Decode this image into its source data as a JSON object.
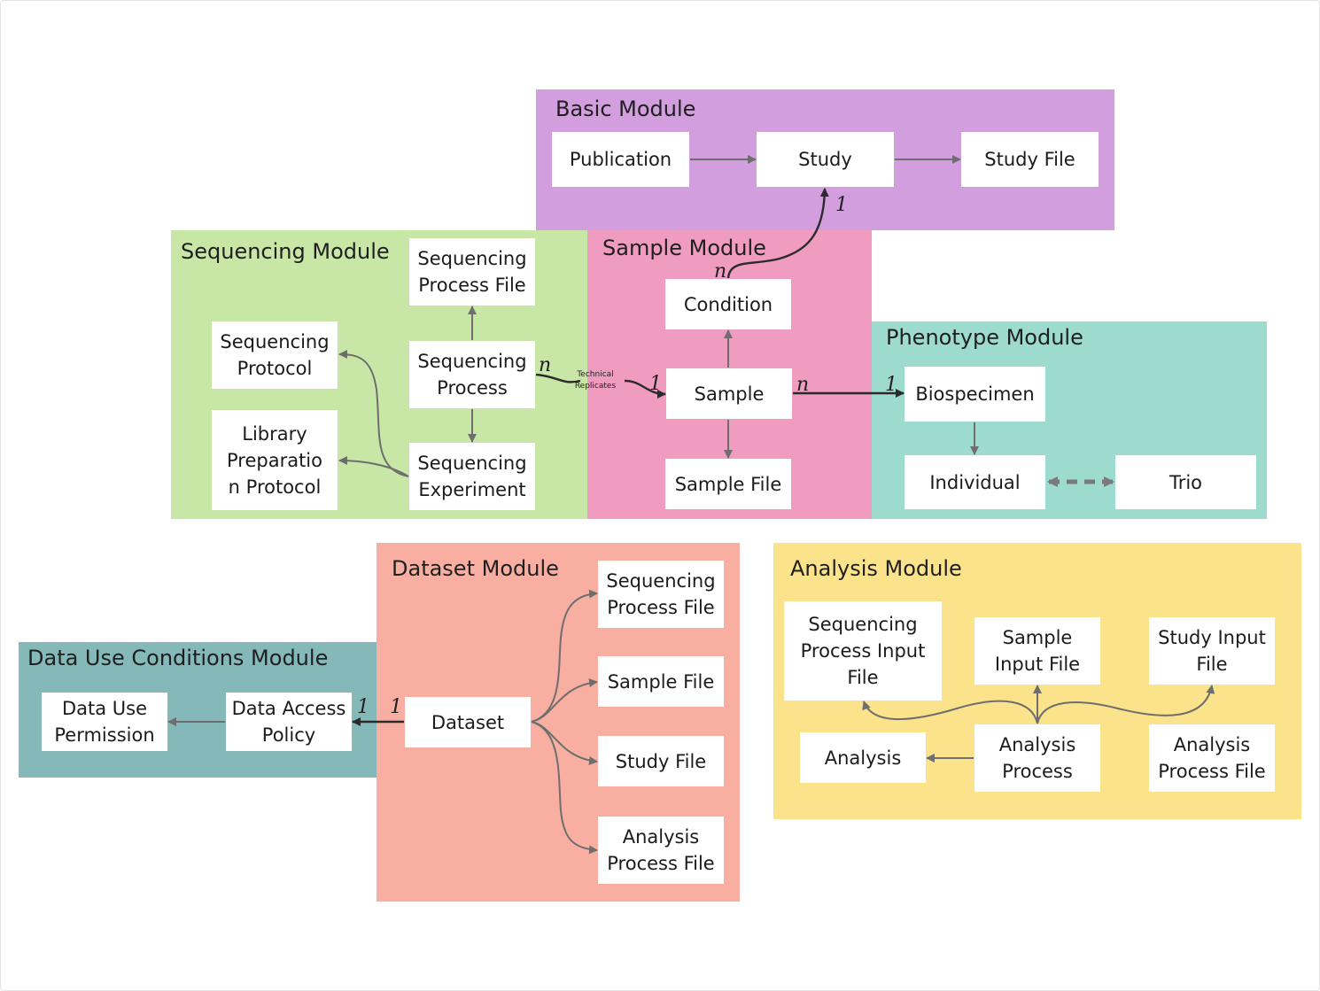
{
  "colors": {
    "basic": "#d29ede",
    "sequencing": "#c8e6a6",
    "sample": "#f09bc0",
    "phenotype": "#9ddbcf",
    "dataset": "#f8afa2",
    "data_use": "#85b8b8",
    "analysis": "#fae38a",
    "arrow_gray": "#6e6e6e",
    "arrow_dark": "#2b2b2b"
  },
  "modules": {
    "basic": {
      "title": "Basic Module"
    },
    "sequencing": {
      "title": "Sequencing Module"
    },
    "sample": {
      "title": "Sample Module"
    },
    "phenotype": {
      "title": "Phenotype Module"
    },
    "dataset": {
      "title": "Dataset Module"
    },
    "data_use": {
      "title": "Data Use Conditions Module"
    },
    "analysis": {
      "title": "Analysis Module"
    }
  },
  "nodes": {
    "publication": "Publication",
    "study": "Study",
    "study_file": "Study File",
    "seq_process_file": "Sequencing\nProcess File",
    "seq_protocol": "Sequencing\nProtocol",
    "seq_process": "Sequencing\nProcess",
    "library_prep": "Library\nPreparatio\nn Protocol",
    "seq_experiment": "Sequencing\nExperiment",
    "condition": "Condition",
    "sample": "Sample",
    "sample_file": "Sample File",
    "biospecimen": "Biospecimen",
    "individual": "Individual",
    "trio": "Trio",
    "dataset": "Dataset",
    "ds_seq_process_file": "Sequencing\nProcess File",
    "ds_sample_file": "Sample File",
    "ds_study_file": "Study File",
    "ds_analysis_process_file": "Analysis\nProcess File",
    "data_use_permission": "Data Use\nPermission",
    "data_access_policy": "Data Access\nPolicy",
    "seq_process_input_file": "Sequencing\nProcess Input\nFile",
    "sample_input_file": "Sample\nInput File",
    "study_input_file": "Study Input\nFile",
    "analysis": "Analysis",
    "analysis_process": "Analysis\nProcess",
    "analysis_process_file": "Analysis\nProcess File"
  },
  "cardinality": {
    "condition_study_study": "1",
    "condition_study_condition": "n",
    "seq_process_sample_process": "n",
    "seq_process_sample_sample": "1",
    "sample_biospecimen_sample": "n",
    "sample_biospecimen_biospecimen": "1",
    "dataset_policy_policy": "1",
    "dataset_policy_dataset": "1"
  },
  "technical_replicates": {
    "line1": "Technical",
    "line2": "Replicates"
  }
}
